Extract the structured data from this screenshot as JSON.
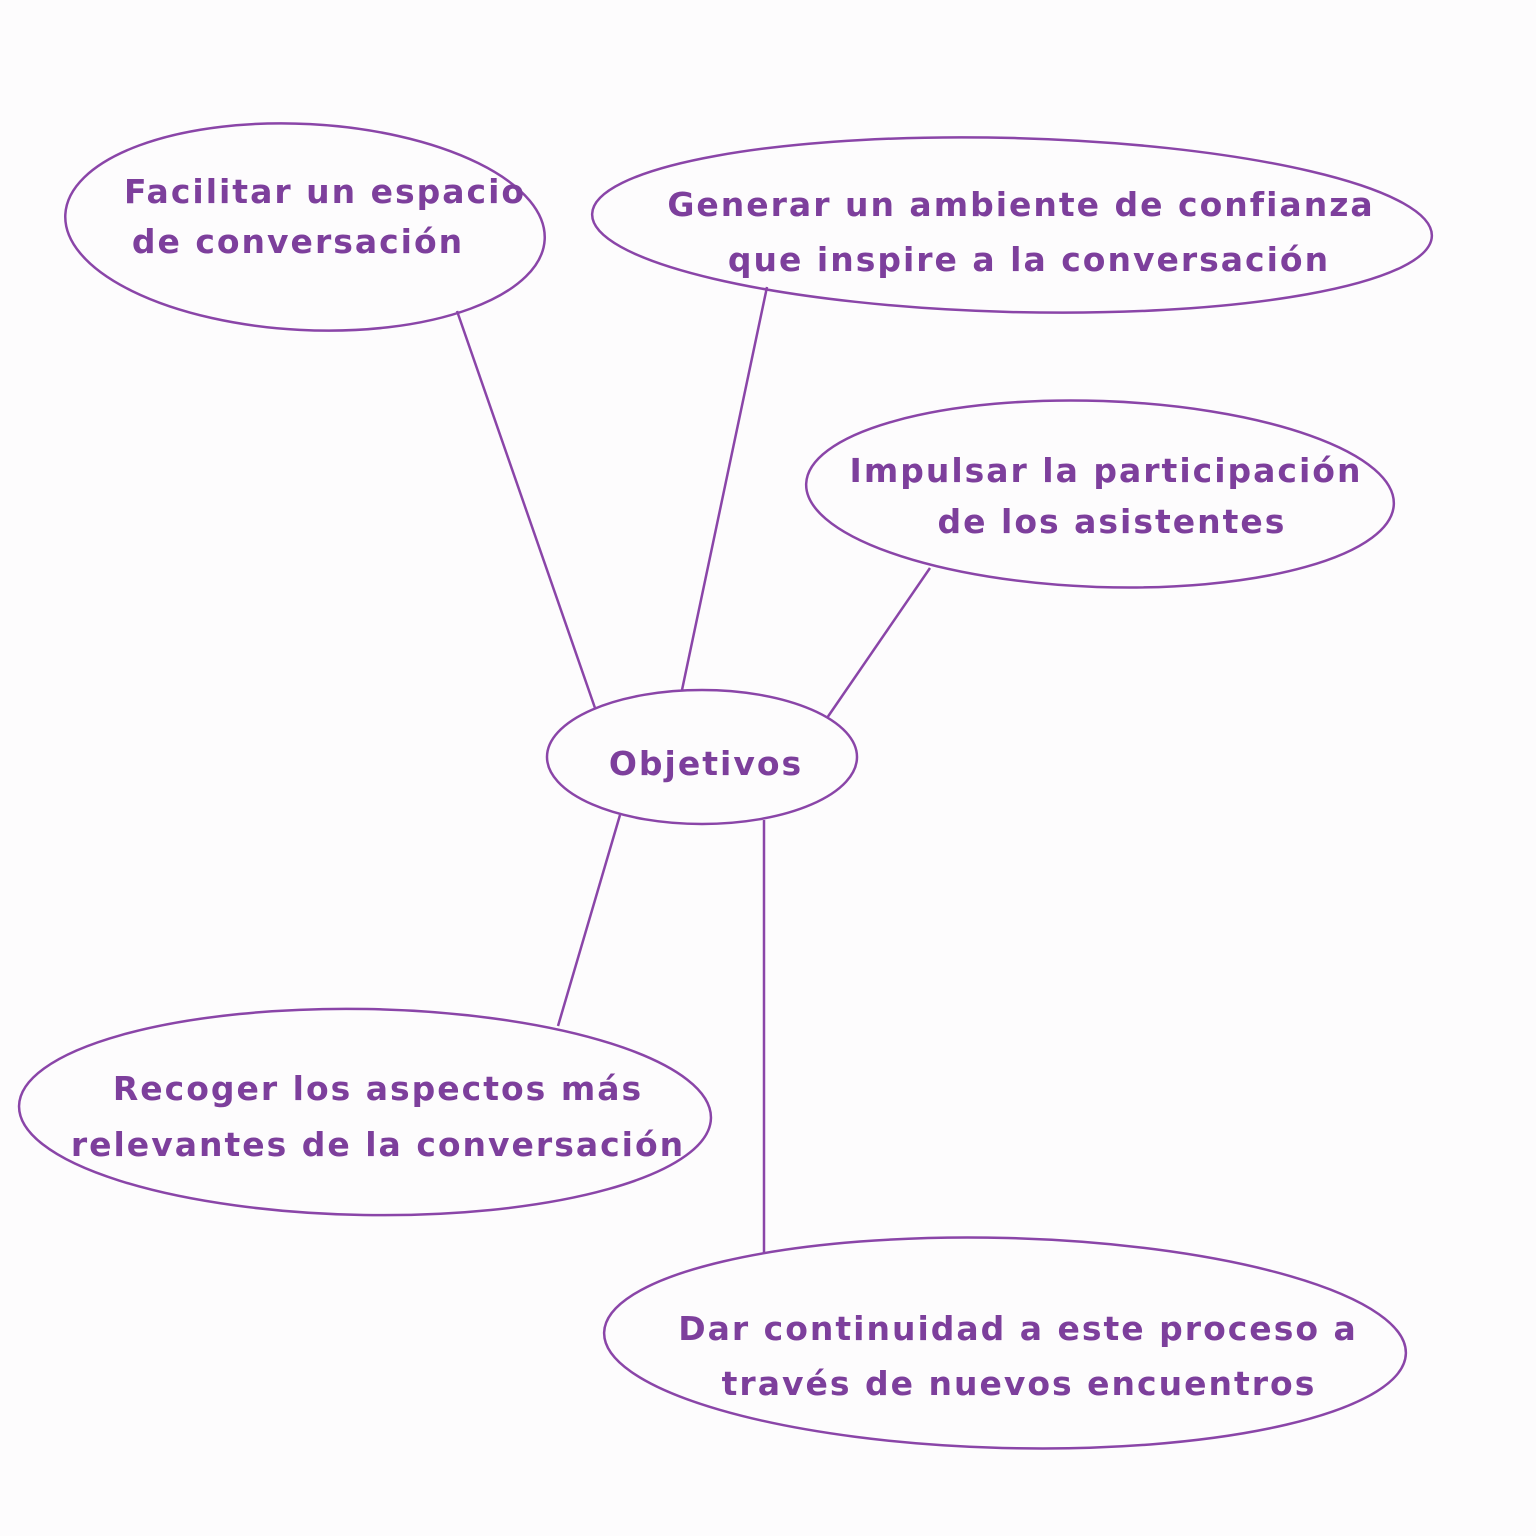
{
  "diagram": {
    "color": "#8a45a8",
    "center": {
      "label": "Objetivos"
    },
    "nodes": [
      {
        "lines": [
          "Facilitar un espacio",
          "de conversación"
        ]
      },
      {
        "lines": [
          "Generar un ambiente de confianza",
          "que inspire a la conversación"
        ]
      },
      {
        "lines": [
          "Impulsar la participación",
          "de los asistentes"
        ]
      },
      {
        "lines": [
          "Recoger los aspectos más",
          "relevantes de la conversación"
        ]
      },
      {
        "lines": [
          "Dar continuidad a este proceso a",
          "través de nuevos encuentros"
        ]
      }
    ]
  }
}
